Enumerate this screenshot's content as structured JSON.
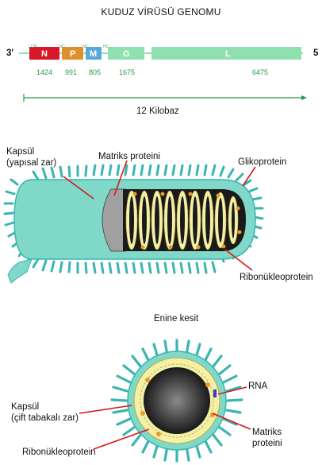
{
  "title": "KUDUZ VİRÜSÜ GENOMU",
  "genome": {
    "end_left": "3'",
    "end_right": "5",
    "genes": [
      {
        "name": "N",
        "size": "1424",
        "color": "#d8182a"
      },
      {
        "name": "P",
        "size": "991",
        "color": "#e0902a"
      },
      {
        "name": "M",
        "size": "805",
        "color": "#5aa8d8"
      },
      {
        "name": "G",
        "size": "1675",
        "color": "#8fe0b0"
      },
      {
        "name": "L",
        "size": "6475",
        "color": "#8fe0b0"
      }
    ],
    "tags": [
      "LDR",
      "NC",
      "NC",
      "NC"
    ],
    "length_label": "12 Kilobaz",
    "line_color": "#2a9a4a"
  },
  "side_view": {
    "labels": {
      "capsule": "Kapsül\n(yapısal zar)",
      "matrix": "Matriks proteini",
      "glyco": "Glikoprotein",
      "rnp": "Ribonükleoprotein"
    }
  },
  "cross_section": {
    "title": "Enine kesit",
    "labels": {
      "rna": "RNA",
      "capsule": "Kapsül\n(çift tabakalı zar)",
      "matrix": "Matriks\nproteini",
      "rnp": "Ribonükleoprotein"
    }
  },
  "colors": {
    "spike": "#3ab5b0",
    "envelope": "#7fd8c8",
    "rnp_bead": "#f4f0a8",
    "rnp_bead_stroke": "#b8a840",
    "core_dark": "#1a1a1a",
    "matrix_orange": "#e89a30",
    "pointer": "#d81818"
  }
}
